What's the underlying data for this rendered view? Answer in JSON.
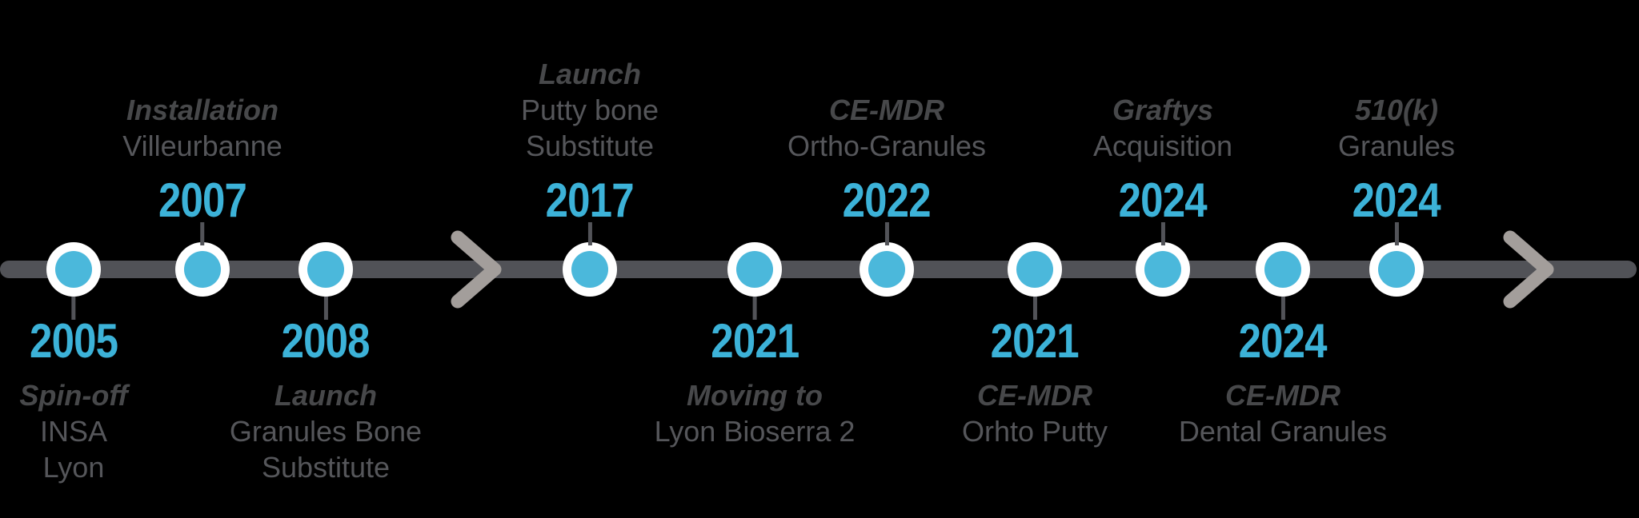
{
  "colors": {
    "background": "#000000",
    "axis_line": "#515257",
    "chevron": "#A39E9B",
    "node_ring": "#FFFFFF",
    "node_fill": "#4BB8DB",
    "year_text": "#3CB2D8",
    "title_text": "#47484A",
    "subtitle_text": "#55565A",
    "stem": "#525358"
  },
  "timeline": {
    "events": [
      {
        "year": "2005",
        "side": "below",
        "title": "Spin-off",
        "lines": [
          "INSA",
          "Lyon"
        ]
      },
      {
        "year": "2007",
        "side": "above",
        "title": "Installation",
        "lines": [
          "Villeurbanne"
        ]
      },
      {
        "year": "2008",
        "side": "below",
        "title": "Launch",
        "lines": [
          "Granules Bone",
          "Substitute"
        ]
      },
      {
        "year": "2017",
        "side": "above",
        "title": "Launch",
        "lines": [
          "Putty bone",
          "Substitute"
        ]
      },
      {
        "year": "2021",
        "side": "below",
        "title": "Moving to",
        "lines": [
          "Lyon Bioserra 2"
        ]
      },
      {
        "year": "2022",
        "side": "above",
        "title": "CE-MDR",
        "lines": [
          "Ortho-Granules"
        ]
      },
      {
        "year": "2021",
        "side": "below",
        "title": "CE-MDR",
        "lines": [
          "Orhto Putty"
        ]
      },
      {
        "year": "2024",
        "side": "above",
        "title": "Graftys",
        "lines": [
          "Acquisition"
        ]
      },
      {
        "year": "2024",
        "side": "below",
        "title": "CE-MDR",
        "lines": [
          "Dental Granules"
        ]
      },
      {
        "year": "2024",
        "side": "above",
        "title": "510(k)",
        "lines": [
          "Granules"
        ]
      }
    ]
  }
}
